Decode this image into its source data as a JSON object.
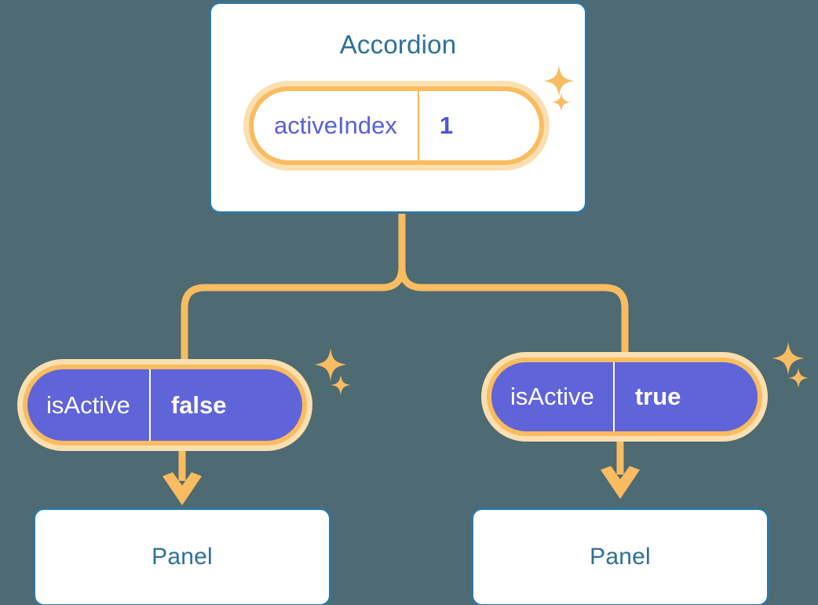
{
  "background_color": "#4e6a72",
  "theme": {
    "card_border": "#2f76a3",
    "title_text": "#2d7099",
    "accent_orange": "#f9bc60",
    "accent_orange_pale": "#fbdfb0",
    "state_purple": "#5f64d8",
    "value_purple": "#4f55d4",
    "card_background": "#ffffff"
  },
  "diagram": {
    "root": {
      "title": "Accordion",
      "state": {
        "key": "activeIndex",
        "value": "1"
      }
    },
    "children": [
      {
        "state": {
          "key": "isActive",
          "value": "false"
        },
        "panel_title": "Panel"
      },
      {
        "state": {
          "key": "isActive",
          "value": "true"
        },
        "panel_title": "Panel"
      }
    ]
  },
  "icons": {
    "sparkle": "sparkle-icon"
  }
}
